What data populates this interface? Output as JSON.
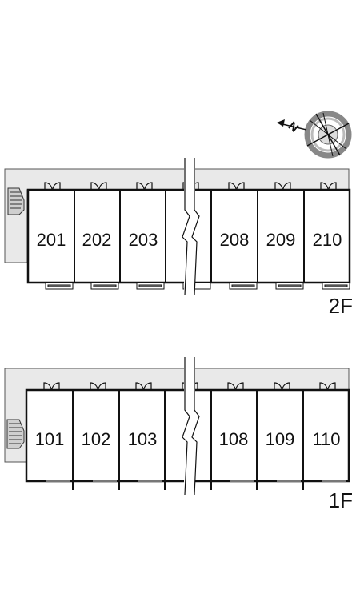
{
  "compass": {
    "label": "N",
    "icon": "compass-rose-icon"
  },
  "floors": [
    {
      "label": "2F",
      "units": [
        "201",
        "202",
        "203",
        "",
        "208",
        "209",
        "210"
      ]
    },
    {
      "label": "1F",
      "units": [
        "101",
        "102",
        "103",
        "",
        "108",
        "109",
        "110"
      ]
    }
  ],
  "colors": {
    "corridor": "#e9e9e9",
    "wall": "#111111",
    "stair": "#cfcfcf"
  }
}
